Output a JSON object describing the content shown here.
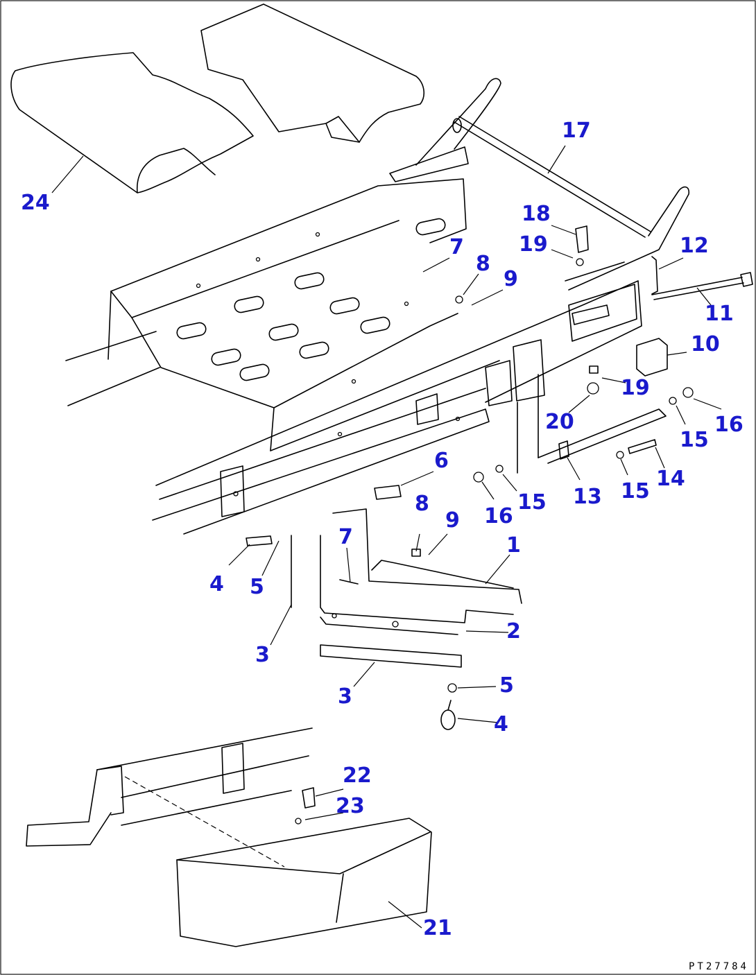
{
  "diagram": {
    "drawing_code": "PT27784",
    "callouts": [
      {
        "id": "c24",
        "text": "24"
      },
      {
        "id": "c17",
        "text": "17"
      },
      {
        "id": "c18",
        "text": "18"
      },
      {
        "id": "c19a",
        "text": "19"
      },
      {
        "id": "c12",
        "text": "12"
      },
      {
        "id": "c7a",
        "text": "7"
      },
      {
        "id": "c8a",
        "text": "8"
      },
      {
        "id": "c9a",
        "text": "9"
      },
      {
        "id": "c11",
        "text": "11"
      },
      {
        "id": "c10",
        "text": "10"
      },
      {
        "id": "c19b",
        "text": "19"
      },
      {
        "id": "c20",
        "text": "20"
      },
      {
        "id": "c16a",
        "text": "16"
      },
      {
        "id": "c15a",
        "text": "15"
      },
      {
        "id": "c6",
        "text": "6"
      },
      {
        "id": "c13",
        "text": "13"
      },
      {
        "id": "c15b",
        "text": "15"
      },
      {
        "id": "c14",
        "text": "14"
      },
      {
        "id": "c16b",
        "text": "16"
      },
      {
        "id": "c15c",
        "text": "15"
      },
      {
        "id": "c8b",
        "text": "8"
      },
      {
        "id": "c9b",
        "text": "9"
      },
      {
        "id": "c7b",
        "text": "7"
      },
      {
        "id": "c1",
        "text": "1"
      },
      {
        "id": "c4a",
        "text": "4"
      },
      {
        "id": "c5a",
        "text": "5"
      },
      {
        "id": "c2",
        "text": "2"
      },
      {
        "id": "c3a",
        "text": "3"
      },
      {
        "id": "c3b",
        "text": "3"
      },
      {
        "id": "c5b",
        "text": "5"
      },
      {
        "id": "c4b",
        "text": "4"
      },
      {
        "id": "c22",
        "text": "22"
      },
      {
        "id": "c23",
        "text": "23"
      },
      {
        "id": "c21",
        "text": "21"
      }
    ]
  }
}
